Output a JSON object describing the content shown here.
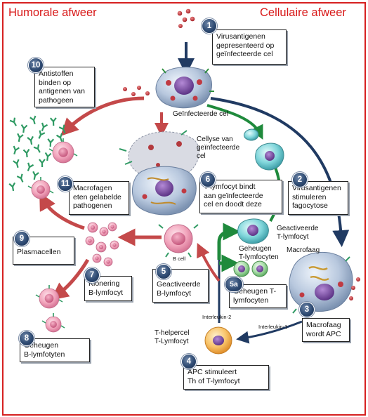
{
  "headers": {
    "left": "Humorale afweer",
    "right": "Cellulaire afweer"
  },
  "steps": [
    {
      "num": "1",
      "text": "Virusantigenen\ngepresenteerd op\ngeïnfecteerde cel"
    },
    {
      "num": "2",
      "text": "Virusantigenen\nstimuleren\nfagocytose"
    },
    {
      "num": "3",
      "text": "Macrofaag\nwordt APC"
    },
    {
      "num": "4",
      "text": "APC stimuleert\nTh of  T-lymfocyt"
    },
    {
      "num": "5",
      "text": "Geactiveerde\nB-lymfocyt"
    },
    {
      "num": "5a",
      "text": "Geheugen T-\nlymfocyten"
    },
    {
      "num": "6",
      "text": "T-lymfocyt bindt\naan geïnfecteerde\ncel en doodt deze"
    },
    {
      "num": "7",
      "text": "Klonering\nB-lymfocyt"
    },
    {
      "num": "8",
      "text": "Geheugen\nB-lymfotyten"
    },
    {
      "num": "9",
      "text": "Plasmacellen"
    },
    {
      "num": "10",
      "text": "Antistoffen\nbinden op\nantigenen van\npathogeen"
    },
    {
      "num": "11",
      "text": "Macrofagen\neten gelabelde\npathogenen"
    }
  ],
  "labels": {
    "infected_cell": "Geïnfecteerde cel",
    "cell_lysis": "Cellyse van\ngeïnfecteerde\ncel",
    "activated_t": "Geactiveerde\nT-lymfocyt",
    "memory_t": "Geheugen\nT-lymfocyten",
    "macrophage": "Macrofaag",
    "b_cell": "B cell",
    "interleukin_2": "Interleukin-2",
    "interleukin_1": "Interleukin-1",
    "t_helper": "T-helpercel\nT-Lymfocyt"
  },
  "colors": {
    "frame": "#d62020",
    "title_text": "#d81818",
    "navy_arrow": "#203a62",
    "green_arrow": "#1f8a3c",
    "red_arrow": "#c4494a",
    "badge": "#2e4a72"
  }
}
